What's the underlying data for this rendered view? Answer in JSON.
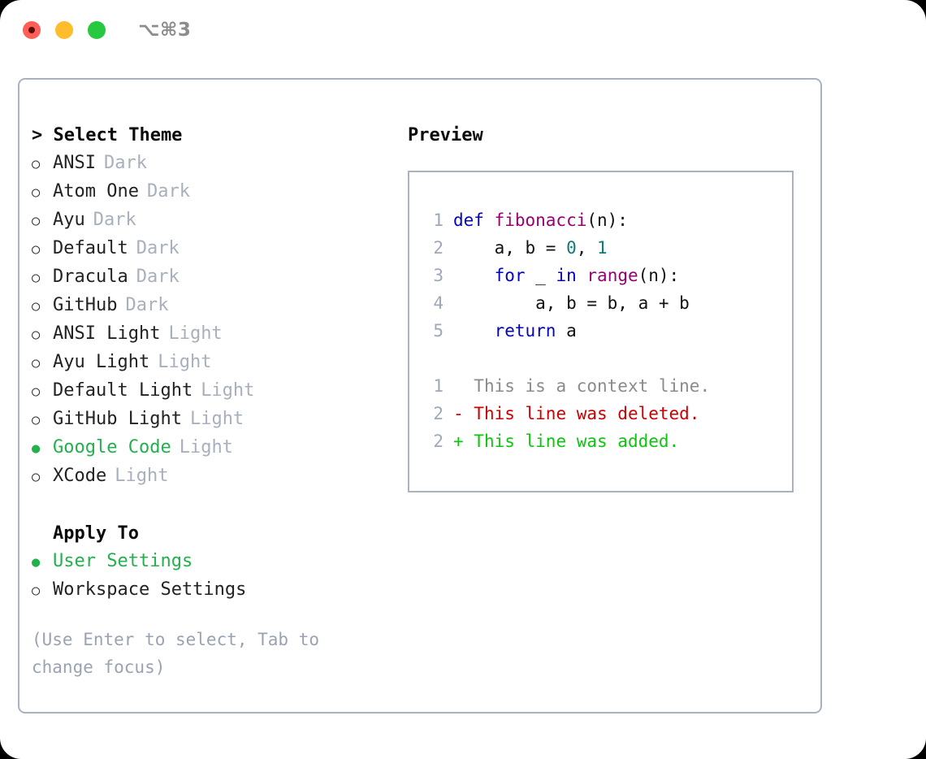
{
  "titlebar": {
    "shortcut": "⌥⌘3",
    "lights": [
      "close-button",
      "minimize-button",
      "zoom-button"
    ]
  },
  "theme_list": {
    "header": "> Select Theme",
    "items": [
      {
        "marker": "○",
        "name": "ANSI",
        "category": "Dark",
        "selected": false
      },
      {
        "marker": "○",
        "name": "Atom One",
        "category": "Dark",
        "selected": false
      },
      {
        "marker": "○",
        "name": "Ayu",
        "category": "Dark",
        "selected": false
      },
      {
        "marker": "○",
        "name": "Default",
        "category": "Dark",
        "selected": false
      },
      {
        "marker": "○",
        "name": "Dracula",
        "category": "Dark",
        "selected": false
      },
      {
        "marker": "○",
        "name": "GitHub",
        "category": "Dark",
        "selected": false
      },
      {
        "marker": "○",
        "name": "ANSI Light",
        "category": "Light",
        "selected": false
      },
      {
        "marker": "○",
        "name": "Ayu Light",
        "category": "Light",
        "selected": false
      },
      {
        "marker": "○",
        "name": "Default Light",
        "category": "Light",
        "selected": false
      },
      {
        "marker": "○",
        "name": "GitHub Light",
        "category": "Light",
        "selected": false
      },
      {
        "marker": "●",
        "name": "Google Code",
        "category": "Light",
        "selected": true
      },
      {
        "marker": "○",
        "name": "XCode",
        "category": "Light",
        "selected": false
      }
    ]
  },
  "apply_to": {
    "header": "Apply To",
    "items": [
      {
        "marker": "●",
        "name": "User Settings",
        "selected": true
      },
      {
        "marker": "○",
        "name": "Workspace Settings",
        "selected": false
      }
    ]
  },
  "hint": "(Use Enter to select, Tab to change focus)",
  "preview": {
    "title": "Preview",
    "code_lines": [
      {
        "number": "1",
        "tokens": [
          {
            "text": "def ",
            "style": "kw"
          },
          {
            "text": "fibonacci",
            "style": "fn"
          },
          {
            "text": "(n):",
            "style": "pl"
          }
        ]
      },
      {
        "number": "2",
        "tokens": [
          {
            "text": "    a, b = ",
            "style": "pl"
          },
          {
            "text": "0",
            "style": "num"
          },
          {
            "text": ", ",
            "style": "pl"
          },
          {
            "text": "1",
            "style": "num"
          }
        ]
      },
      {
        "number": "3",
        "tokens": [
          {
            "text": "    ",
            "style": "pl"
          },
          {
            "text": "for",
            "style": "kw"
          },
          {
            "text": " _ ",
            "style": "pl"
          },
          {
            "text": "in",
            "style": "kw"
          },
          {
            "text": " ",
            "style": "pl"
          },
          {
            "text": "range",
            "style": "fn"
          },
          {
            "text": "(n):",
            "style": "pl"
          }
        ]
      },
      {
        "number": "4",
        "tokens": [
          {
            "text": "        a, b = b, a + b",
            "style": "pl"
          }
        ]
      },
      {
        "number": "5",
        "tokens": [
          {
            "text": "    ",
            "style": "pl"
          },
          {
            "text": "return",
            "style": "kw"
          },
          {
            "text": " a",
            "style": "pl"
          }
        ]
      }
    ],
    "diff_lines": [
      {
        "number": "1",
        "sign": " ",
        "text": " This is a context line.",
        "style": "ctx"
      },
      {
        "number": "2",
        "sign": "-",
        "text": " This line was deleted.",
        "style": "del"
      },
      {
        "number": "2",
        "sign": "+",
        "text": " This line was added.",
        "style": "add"
      }
    ]
  },
  "colors": {
    "accent_green": "#22b14c",
    "muted": "#a8b0bd",
    "border": "#aab2c0",
    "keyword": "#0404bb",
    "function": "#990073",
    "number": "#0b7c7c",
    "diff_deleted": "#cc0000",
    "diff_added": "#0ec40e",
    "light_red": "#ff5f57",
    "light_yellow": "#ffbd2e",
    "light_green": "#28c840"
  }
}
